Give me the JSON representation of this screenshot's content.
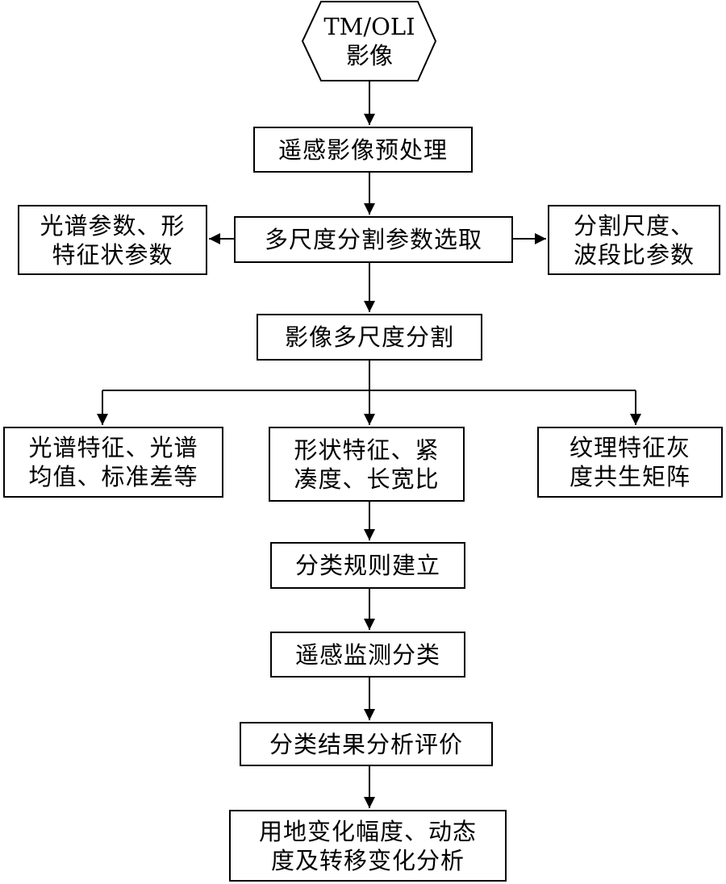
{
  "diagram": {
    "start": {
      "line1": "TM/OLI",
      "line2": "影像"
    },
    "preprocess": "遥感影像预处理",
    "param_select": "多尺度分割参数选取",
    "left_params": {
      "line1": "光谱参数、形",
      "line2": "特征状参数"
    },
    "right_params": {
      "line1": "分割尺度、",
      "line2": "波段比参数"
    },
    "segmentation": "影像多尺度分割",
    "features": {
      "spectral": {
        "line1": "光谱特征、光谱",
        "line2": "均值、标准差等"
      },
      "shape": {
        "line1": "形状特征、紧",
        "line2": "凑度、长宽比"
      },
      "texture": {
        "line1": "纹理特征灰",
        "line2": "度共生矩阵"
      }
    },
    "rules": "分类规则建立",
    "classify": "遥感监测分类",
    "evaluate": "分类结果分析评价",
    "final": {
      "line1": "用地变化幅度、动态",
      "line2": "度及转移变化分析"
    }
  },
  "colors": {
    "stroke": "#000000",
    "background": "#ffffff"
  }
}
